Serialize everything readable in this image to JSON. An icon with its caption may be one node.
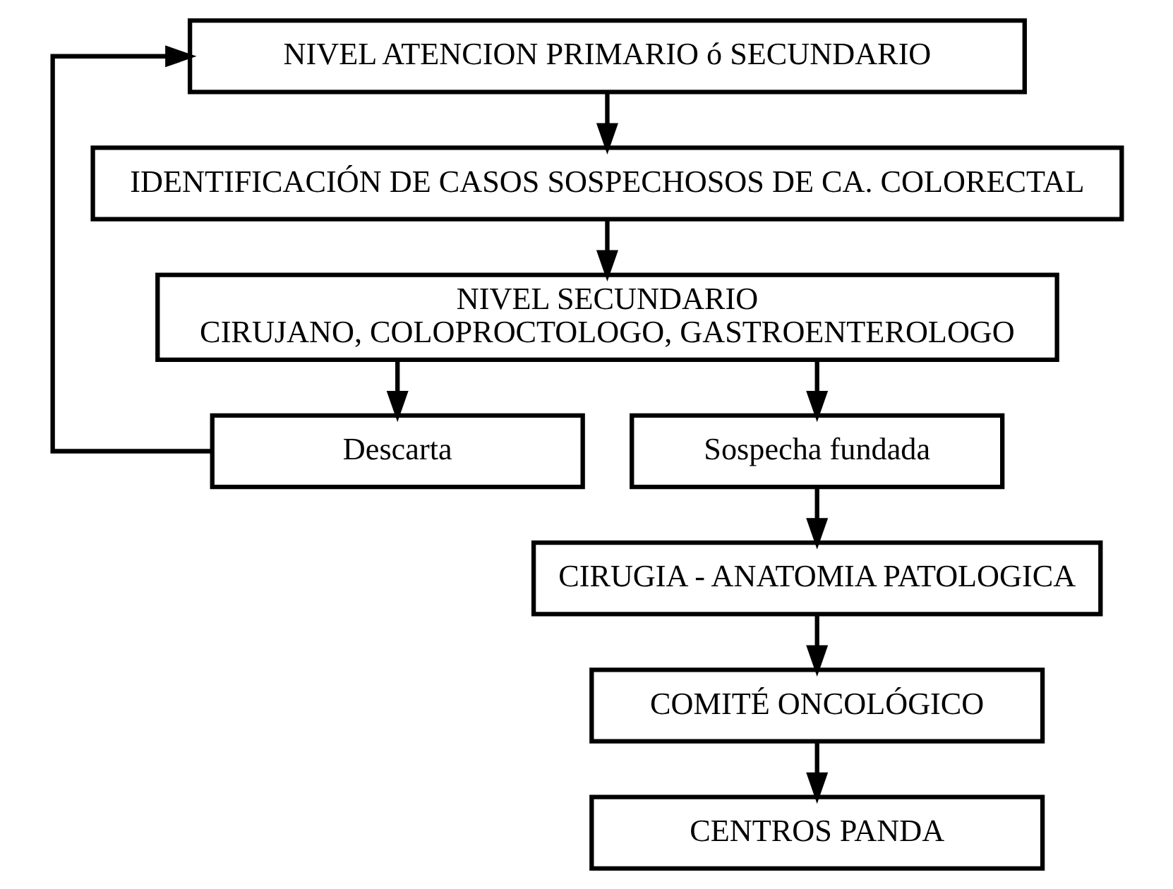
{
  "diagram": {
    "nodes": [
      {
        "text": [
          "NIVEL ATENCION PRIMARIO ó SECUNDARIO"
        ]
      },
      {
        "text": [
          "IDENTIFICACIÓN DE CASOS SOSPECHOSOS DE CA. COLORECTAL"
        ]
      },
      {
        "text": [
          "NIVEL SECUNDARIO",
          "CIRUJANO, COLOPROCTOLOGO, GASTROENTEROLOGO"
        ]
      },
      {
        "text": [
          "Descarta"
        ]
      },
      {
        "text": [
          "Sospecha fundada"
        ]
      },
      {
        "text": [
          "CIRUGIA - ANATOMIA PATOLOGICA"
        ]
      },
      {
        "text": [
          "COMITÉ ONCOLÓGICO"
        ]
      },
      {
        "text": [
          "CENTROS PANDA"
        ]
      }
    ],
    "edges": [
      {
        "from": 0,
        "to": 1,
        "arrow": "to"
      },
      {
        "from": 1,
        "to": 2,
        "arrow": "to"
      },
      {
        "from": 2,
        "to": 3,
        "arrow": "to"
      },
      {
        "from": 2,
        "to": 4,
        "arrow": "to"
      },
      {
        "from": 3,
        "to": 0,
        "arrow": "to"
      },
      {
        "from": 4,
        "to": 5,
        "arrow": "to"
      },
      {
        "from": 5,
        "to": 6,
        "arrow": "to"
      },
      {
        "from": 6,
        "to": 7,
        "arrow": "to"
      }
    ]
  }
}
